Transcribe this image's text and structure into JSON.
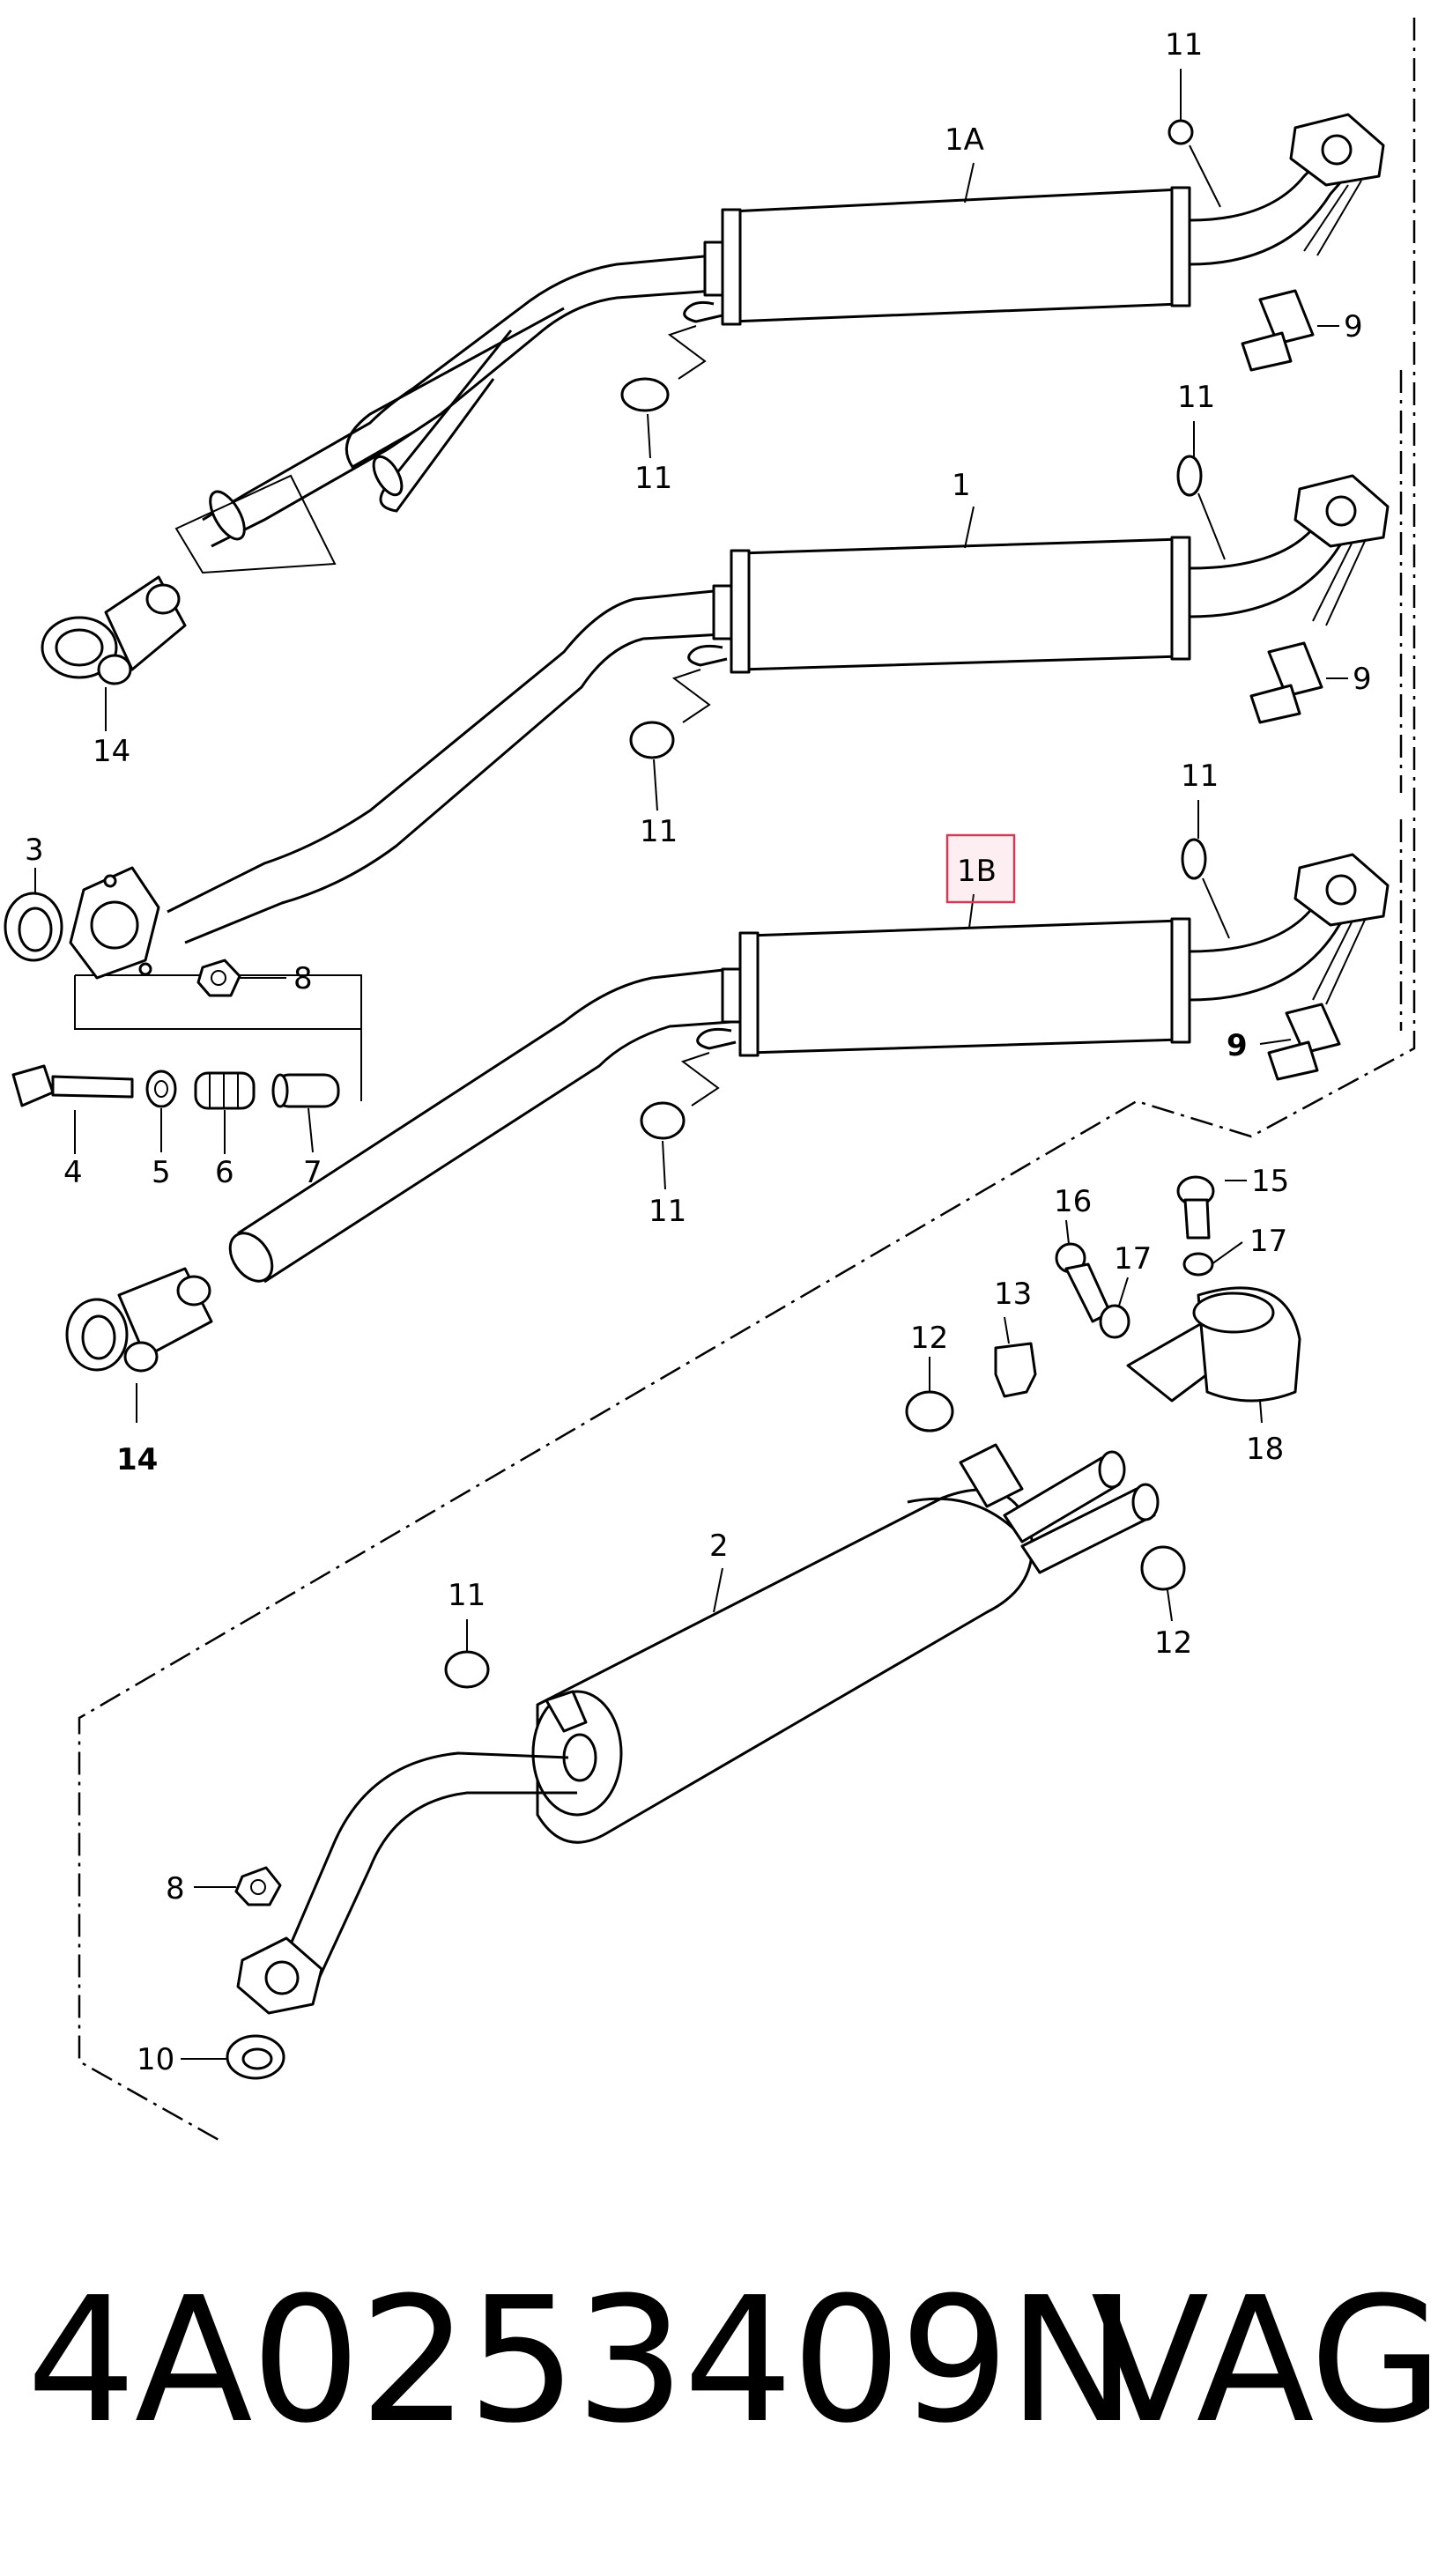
{
  "callouts": {
    "c1A": "1A",
    "c1": "1",
    "c1B": "1B",
    "c2": "2",
    "c3": "3",
    "c4": "4",
    "c5": "5",
    "c6": "6",
    "c7": "7",
    "c8": "8",
    "c9": "9",
    "c10": "10",
    "c11": "11",
    "c12": "12",
    "c13": "13",
    "c14": "14",
    "c15": "15",
    "c16": "16",
    "c17": "17",
    "c18": "18"
  },
  "highlighted_callout": "1B",
  "caption": {
    "part_number": "4A0253409N",
    "brand": "VAG"
  }
}
